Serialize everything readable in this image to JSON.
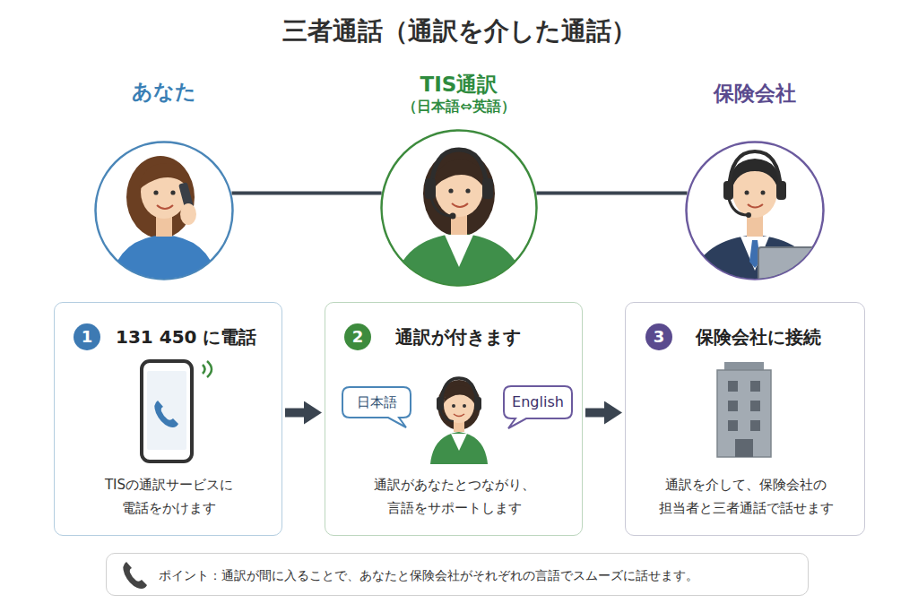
{
  "diagram": {
    "title": "三者通話（通訳を介した通話）",
    "nodes": [
      {
        "text": [
          "あなた"
        ]
      },
      {
        "text": [
          "TIS通訳",
          "（日本語⇔英語）"
        ]
      },
      {
        "text": [
          "保険会社"
        ]
      },
      {
        "text": [
          "131 450 に電話",
          "TISの通訳サービスに 電話をかけます"
        ]
      },
      {
        "text": [
          "1"
        ],
        "in": 3
      },
      {
        "text": [
          "通訳が付きます",
          "通訳があなたとつながり、 言語をサポートします"
        ]
      },
      {
        "text": [
          "2"
        ],
        "in": 5
      },
      {
        "text": [
          "日本語"
        ],
        "in": 5
      },
      {
        "text": [
          "English"
        ],
        "in": 5
      },
      {
        "text": [
          "保険会社に接続",
          "通訳を介して、保険会社の 担当者と三者通話で話せます"
        ]
      },
      {
        "text": [
          "3"
        ],
        "in": 9
      },
      {
        "text": [
          "ポイント：通訳が間に入ることで、あなたと保険会社がそれぞれの言語でスムーズに話せます。"
        ]
      }
    ],
    "edges": [
      {
        "from": 0,
        "to": 1,
        "arrow": "none"
      },
      {
        "from": 1,
        "to": 2,
        "arrow": "none"
      },
      {
        "from": 3,
        "to": 5,
        "arrow": "to"
      },
      {
        "from": 5,
        "to": 9,
        "arrow": "to"
      }
    ]
  }
}
